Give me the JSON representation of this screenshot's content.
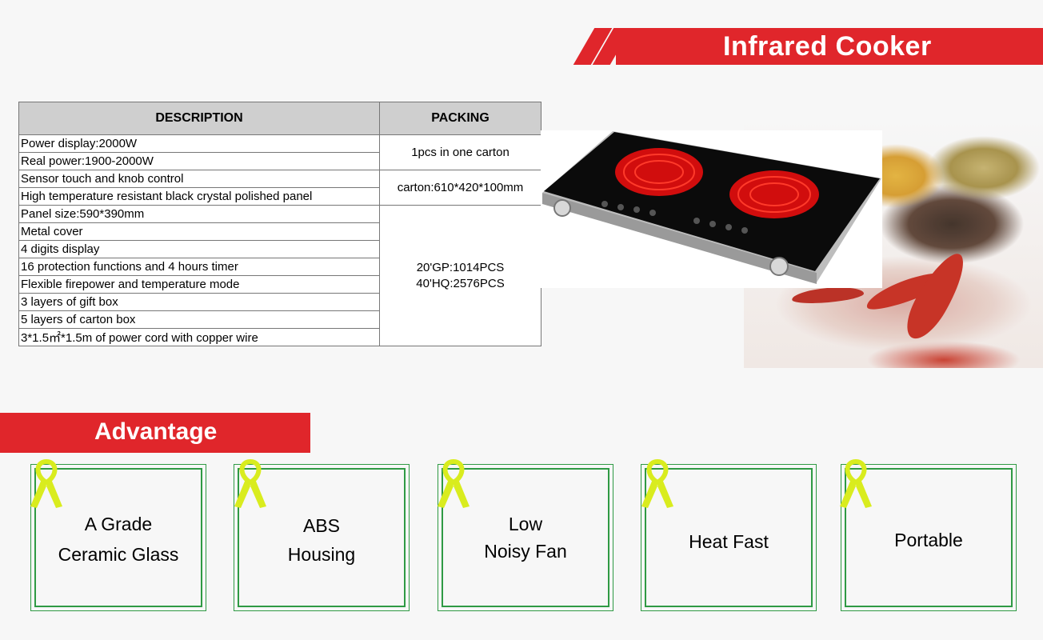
{
  "header": {
    "title": "Infrared Cooker"
  },
  "table": {
    "headers": [
      "DESCRIPTION",
      "PACKING"
    ],
    "rows": [
      "Power display:2000W",
      "Real power:1900-2000W",
      "Sensor touch and knob control",
      "High temperature resistant black crystal polished panel",
      "Panel size:590*390mm",
      "Metal cover",
      "4 digits display",
      "16 protection functions and 4 hours timer",
      "Flexible firepower and temperature mode",
      "3 layers of gift box",
      "5 layers of carton box",
      "3*1.5㎡*1.5m of power cord with copper wire"
    ],
    "packing": {
      "per_carton": "1pcs in one carton",
      "carton": "carton:610*420*100mm",
      "gp20": "20'GP:1014PCS",
      "hq40": "40'HQ:2576PCS"
    }
  },
  "advantage": {
    "title": "Advantage",
    "cards": [
      {
        "line1": "A Grade",
        "line2": "Ceramic Glass"
      },
      {
        "line1": "ABS",
        "line2": "Housing"
      },
      {
        "line1": "Low",
        "line2": "Noisy Fan"
      },
      {
        "line1": "Heat Fast",
        "line2": ""
      },
      {
        "line1": "Portable",
        "line2": ""
      }
    ]
  },
  "colors": {
    "brand_red": "#e0262b",
    "card_border": "#2f9a44",
    "ribbon": "#d9ec1e"
  },
  "icons": {
    "ribbon": "awareness-ribbon-icon"
  }
}
